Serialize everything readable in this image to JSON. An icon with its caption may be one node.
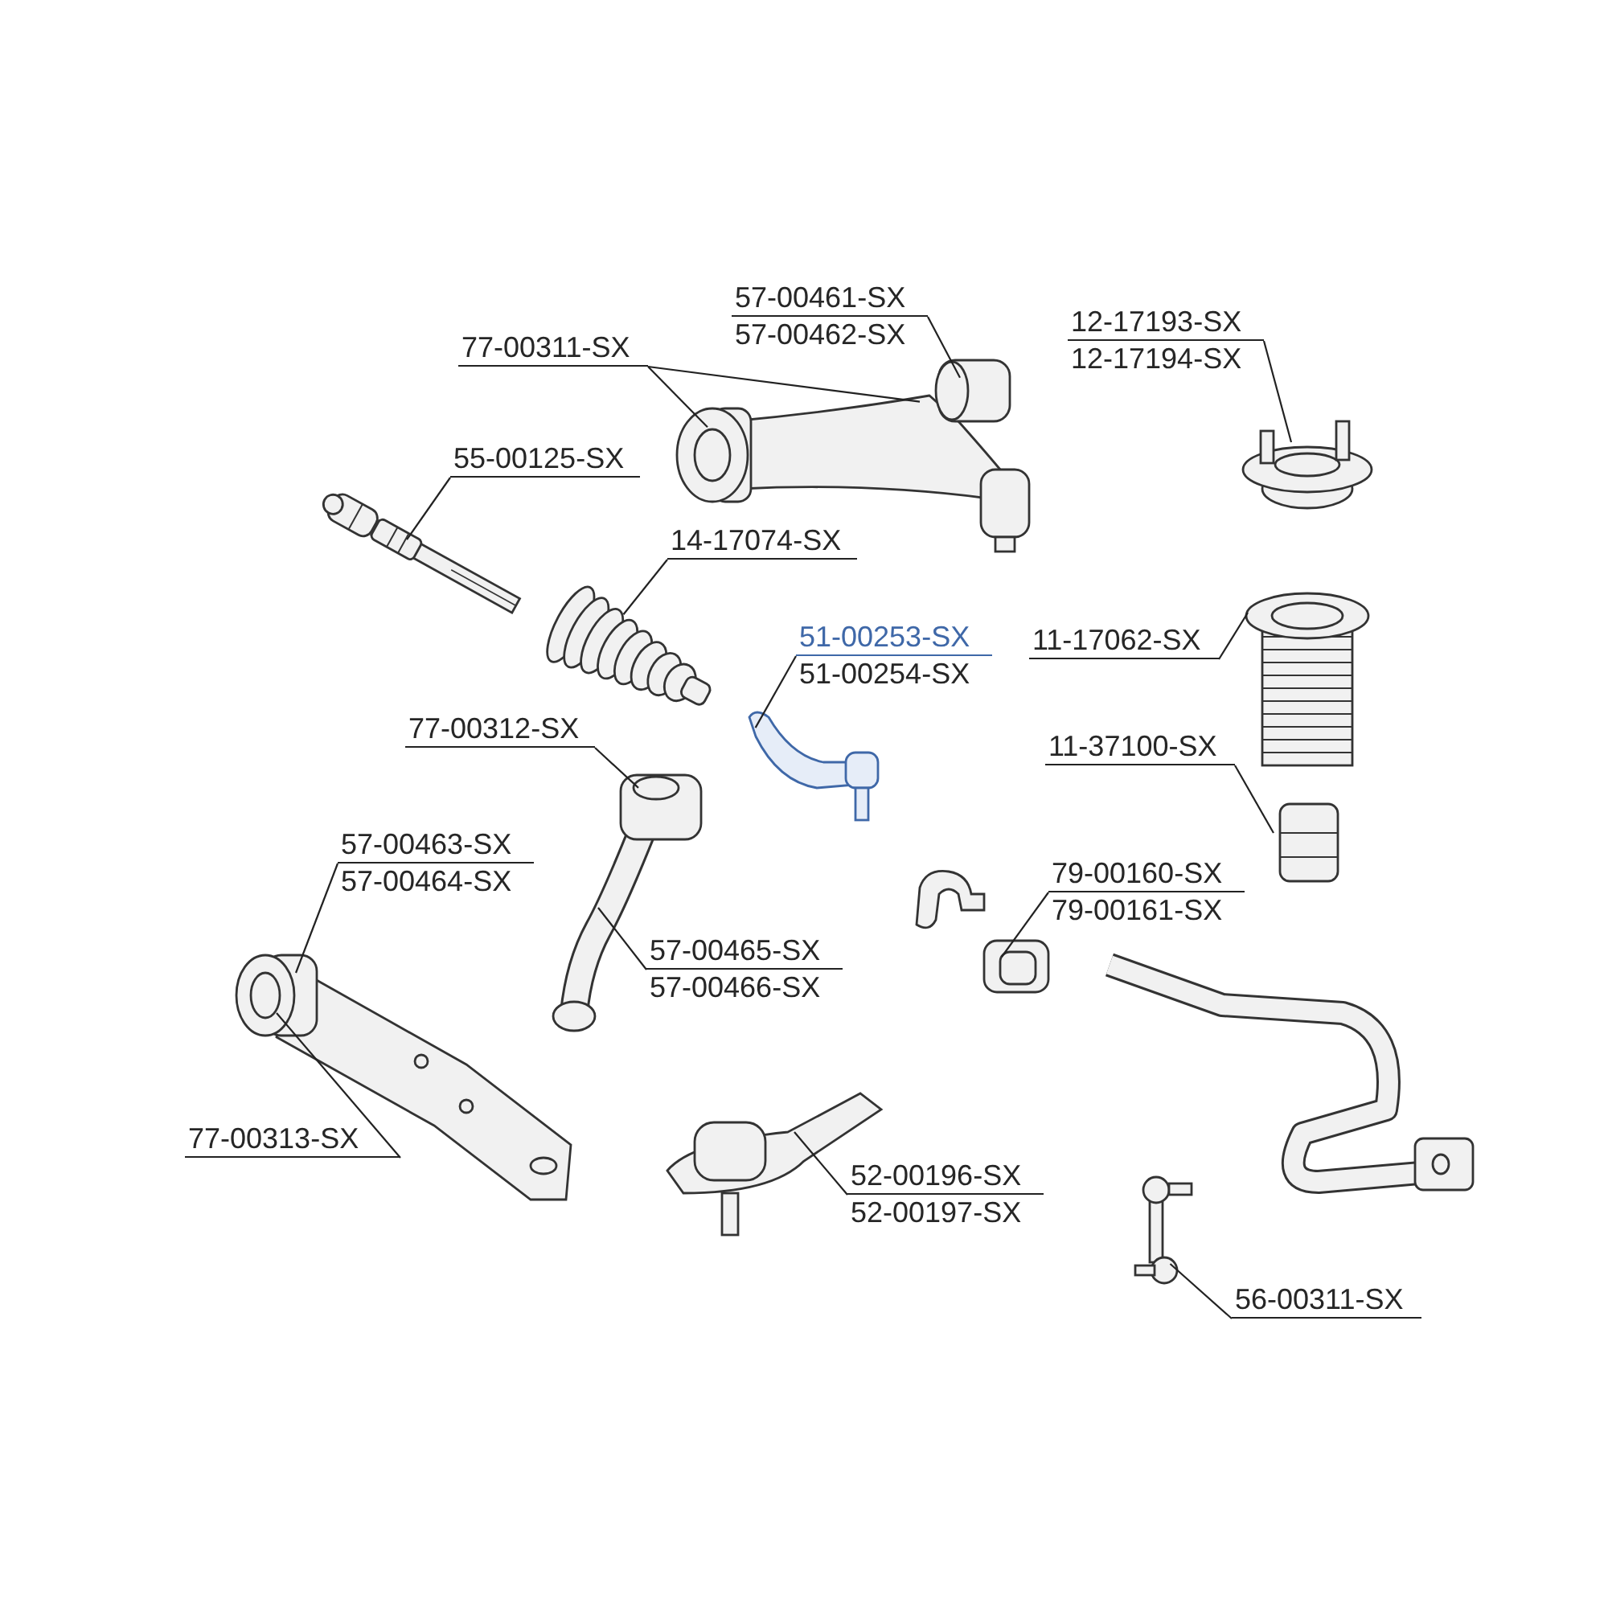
{
  "diagram": {
    "nodes": [
      {
        "text": [
          "57-00461-SX",
          "57-00462-SX"
        ]
      },
      {
        "text": [
          "77-00311-SX"
        ]
      },
      {
        "text": [
          "12-17193-SX",
          "12-17194-SX"
        ]
      },
      {
        "text": [],
        "shape": "picture"
      },
      {
        "text": [],
        "shape": "picture"
      },
      {
        "text": [
          "55-00125-SX"
        ]
      },
      {
        "text": [],
        "shape": "picture"
      },
      {
        "text": [
          "14-17074-SX"
        ]
      },
      {
        "text": [],
        "shape": "picture"
      },
      {
        "text": [
          "51-00253-SX",
          "51-00254-SX"
        ]
      },
      {
        "text": [
          "11-17062-SX"
        ]
      },
      {
        "text": [],
        "shape": "picture"
      },
      {
        "text": [],
        "shape": "picture"
      },
      {
        "text": [
          "77-00312-SX"
        ]
      },
      {
        "text": [
          "11-37100-SX"
        ]
      },
      {
        "text": [],
        "shape": "picture"
      },
      {
        "text": [],
        "shape": "picture"
      },
      {
        "text": [
          "57-00463-SX",
          "57-00464-SX"
        ]
      },
      {
        "text": [
          "79-00160-SX",
          "79-00161-SX"
        ]
      },
      {
        "text": [],
        "shape": "picture"
      },
      {
        "text": [
          "57-00465-SX",
          "57-00466-SX"
        ]
      },
      {
        "text": [],
        "shape": "picture"
      },
      {
        "text": [
          "77-00313-SX"
        ]
      },
      {
        "text": [
          "52-00196-SX",
          "52-00197-SX"
        ]
      },
      {
        "text": [],
        "shape": "picture"
      },
      {
        "text": [
          "56-00311-SX"
        ]
      },
      {
        "text": [],
        "shape": "picture"
      }
    ],
    "edges": [
      {
        "from": 0,
        "to": 3,
        "arrow": "none"
      },
      {
        "from": 1,
        "to": 3,
        "arrow": "none"
      },
      {
        "from": 1,
        "to": 3,
        "arrow": "none"
      },
      {
        "from": 2,
        "to": 4,
        "arrow": "none"
      },
      {
        "from": 5,
        "to": 6,
        "arrow": "none"
      },
      {
        "from": 7,
        "to": 8,
        "arrow": "none"
      },
      {
        "from": 9,
        "to": 12,
        "arrow": "none"
      },
      {
        "from": 10,
        "to": 11,
        "arrow": "none"
      },
      {
        "from": 13,
        "to": 15,
        "arrow": "none"
      },
      {
        "from": 14,
        "to": 16,
        "arrow": "none"
      },
      {
        "from": 17,
        "to": 21,
        "arrow": "none"
      },
      {
        "from": 18,
        "to": 19,
        "arrow": "none"
      },
      {
        "from": 20,
        "to": 15,
        "arrow": "none"
      },
      {
        "from": 22,
        "to": 21,
        "arrow": "none"
      },
      {
        "from": 23,
        "to": 24,
        "arrow": "none"
      },
      {
        "from": 25,
        "to": 26,
        "arrow": "none"
      }
    ]
  }
}
